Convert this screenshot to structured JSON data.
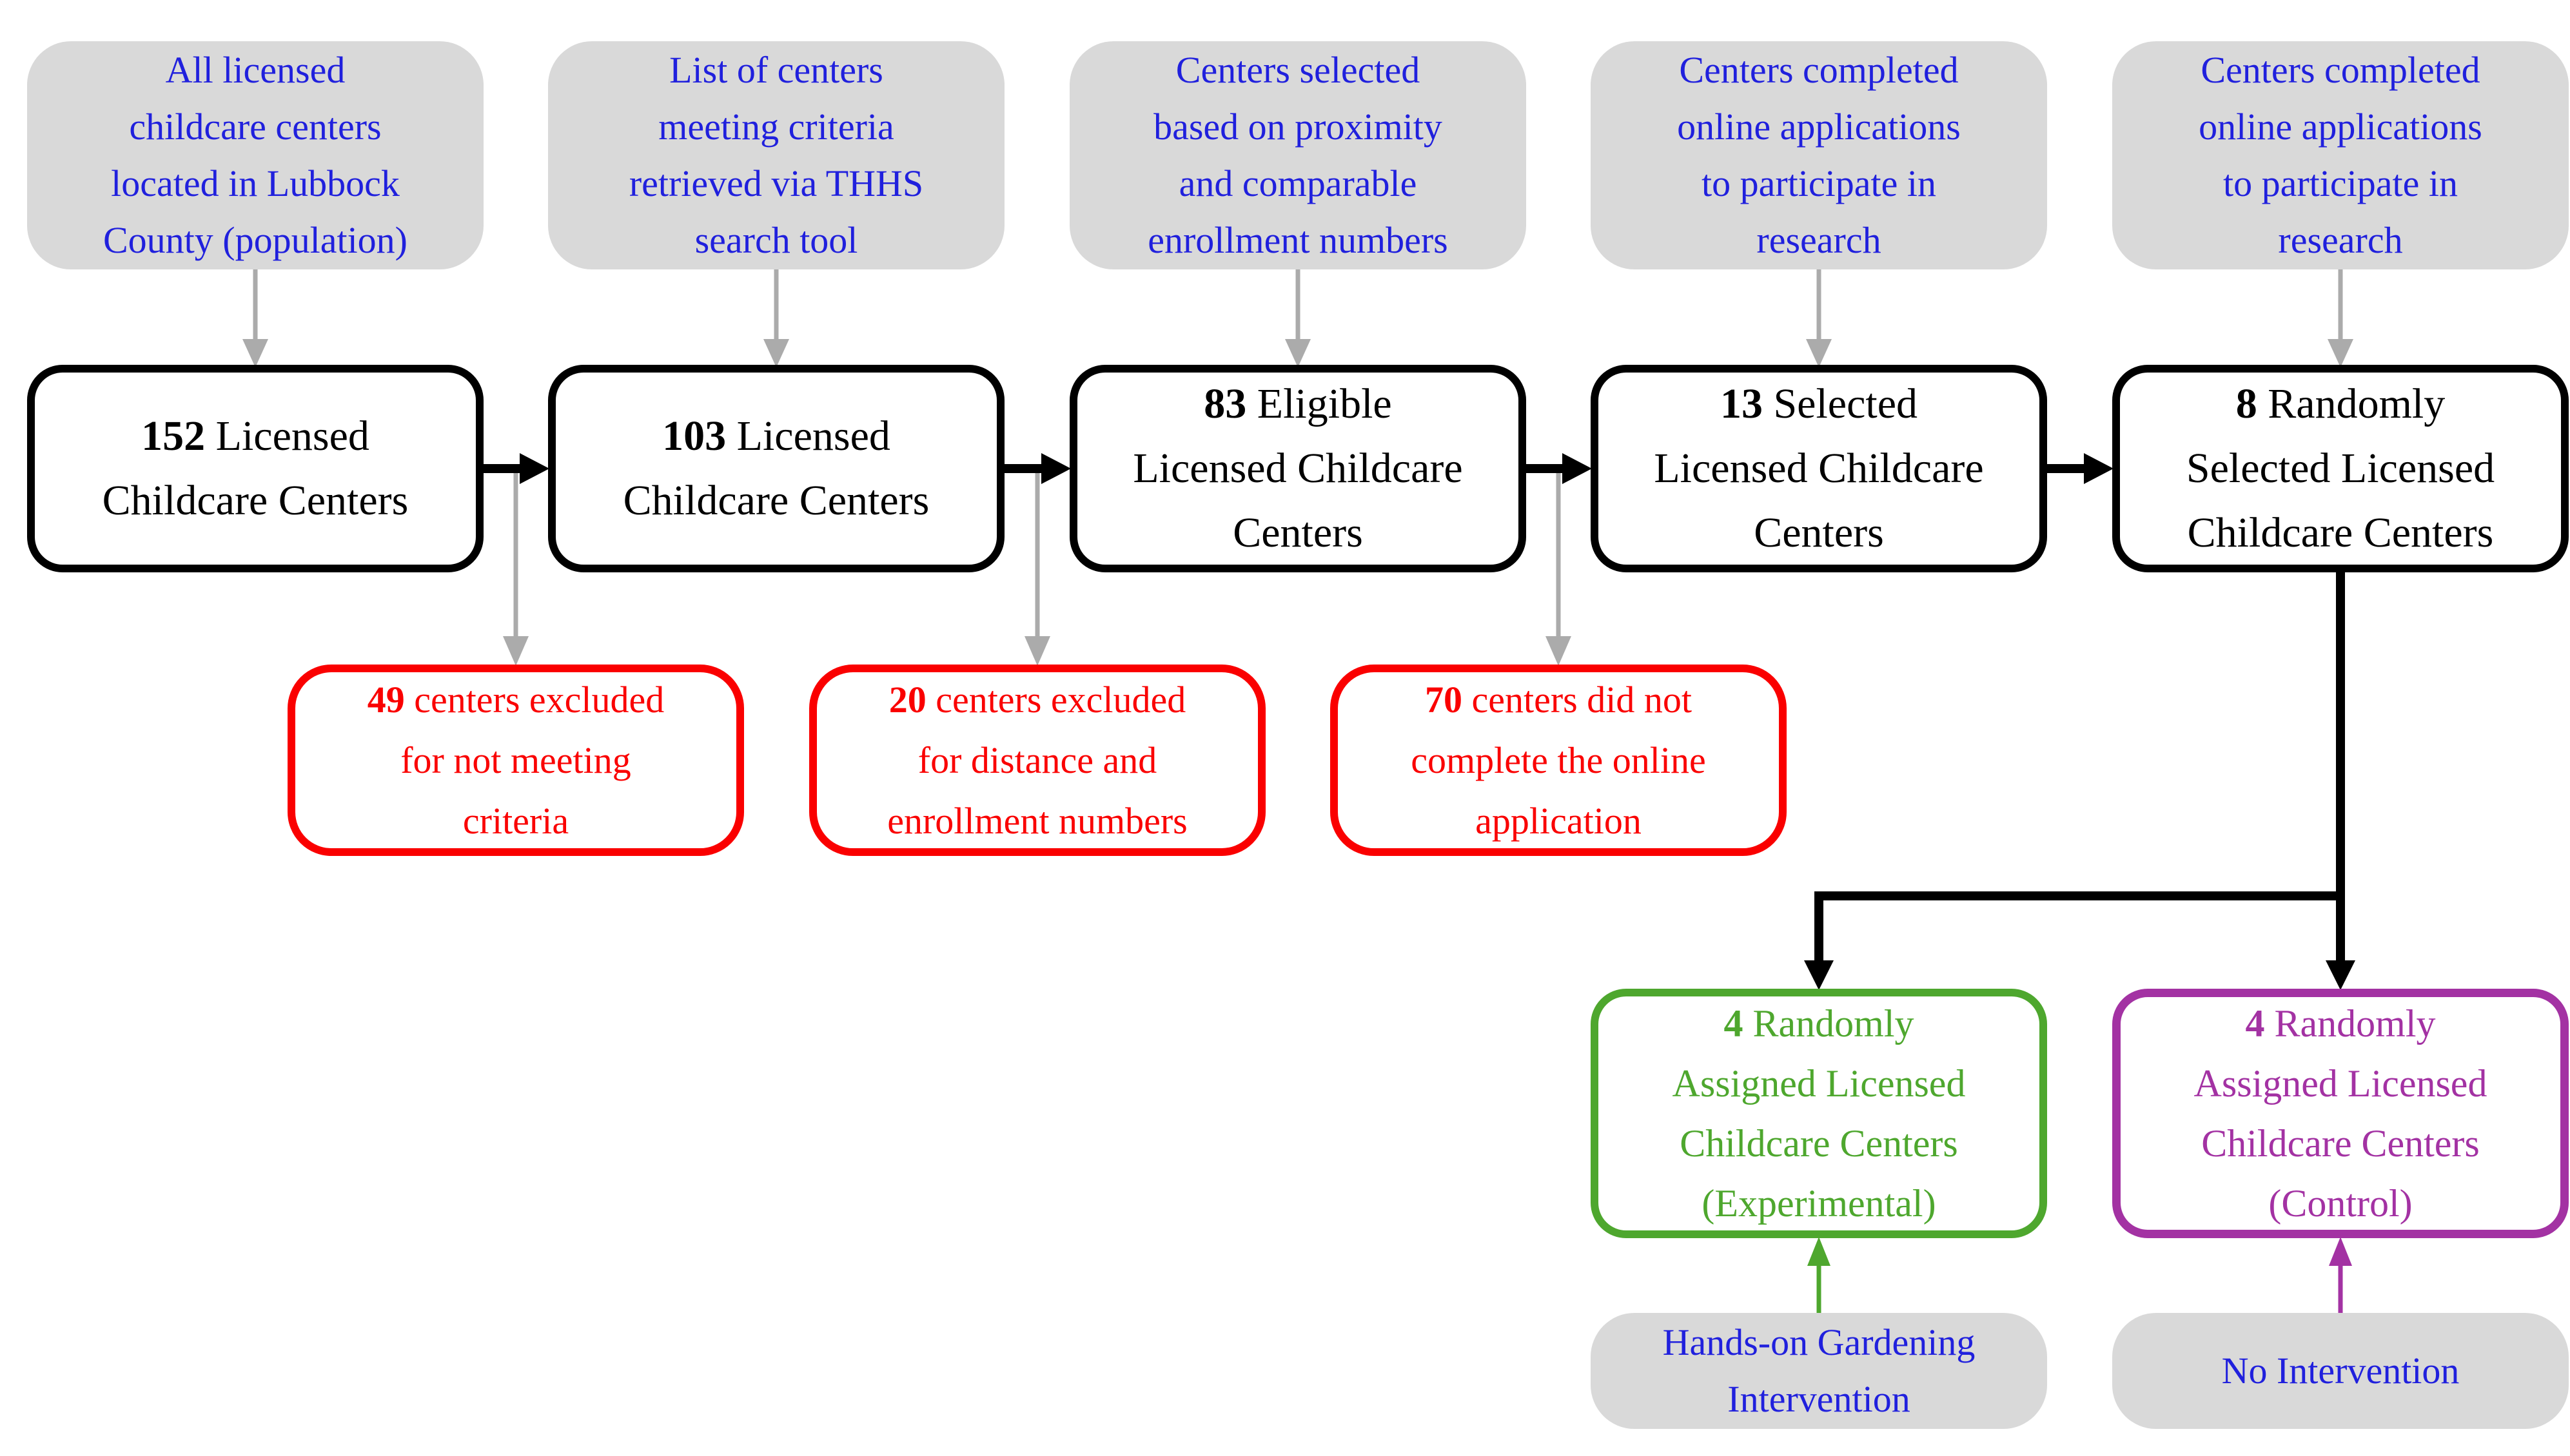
{
  "diagram": {
    "title_hint": "Childcare center recruitment flowchart",
    "colors": {
      "blue_text": "#2020DD",
      "red": "#FA0000",
      "green": "#4EA72E",
      "purple": "#A332A3",
      "gray_fill": "#D9D9D9",
      "gray_arrow": "#ABABAB",
      "black": "#000000"
    },
    "population_row": [
      {
        "text": "All licensed\nchildcare centers\nlocated in Lubbock\nCounty (population)"
      },
      {
        "text": "List of centers\nmeeting criteria\nretrieved via THHS\nsearch tool"
      },
      {
        "text": "Centers selected\nbased on proximity\nand comparable\nenrollment numbers"
      },
      {
        "text": "Centers completed\nonline applications\nto participate in\nresearch"
      },
      {
        "text": "Centers completed\nonline applications\nto participate in\nresearch"
      }
    ],
    "flow_row": [
      {
        "number": "152",
        "rest": " Licensed\nChildcare Centers"
      },
      {
        "number": "103",
        "rest": " Licensed\nChildcare Centers"
      },
      {
        "number": "83",
        "rest": " Eligible\nLicensed Childcare\nCenters"
      },
      {
        "number": "13",
        "rest": " Selected\nLicensed Childcare\nCenters"
      },
      {
        "number": "8",
        "rest": " Randomly\nSelected Licensed\nChildcare Centers"
      }
    ],
    "excluded_row": [
      {
        "number": "49",
        "rest": " centers excluded\nfor not meeting\ncriteria"
      },
      {
        "number": "20",
        "rest": " centers excluded\nfor distance and\nenrollment numbers"
      },
      {
        "number": "70",
        "rest": " centers did not\ncomplete the online\napplication"
      }
    ],
    "assignment_row": [
      {
        "number": "4",
        "rest": " Randomly\nAssigned Licensed\nChildcare Centers\n(Experimental)"
      },
      {
        "number": "4",
        "rest": " Randomly\nAssigned Licensed\nChildcare Centers\n(Control)"
      }
    ],
    "intervention_row": [
      {
        "text": "Hands-on Gardening\nIntervention"
      },
      {
        "text": "No Intervention"
      }
    ]
  }
}
